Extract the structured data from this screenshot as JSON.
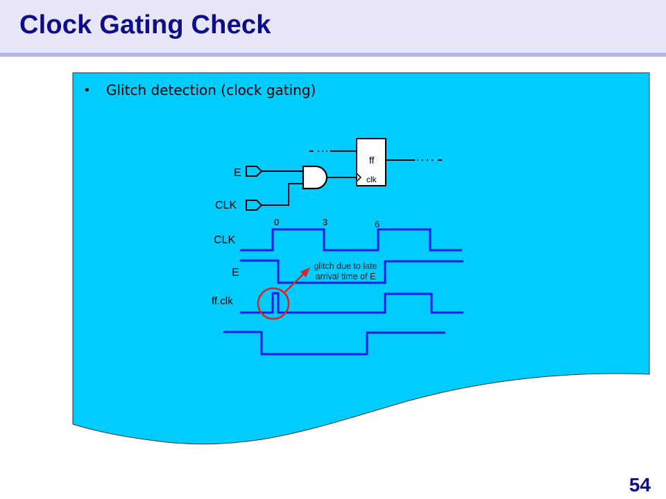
{
  "slide": {
    "title": "Clock Gating Check",
    "page_number": "54"
  },
  "content": {
    "bullets": [
      "Glitch detection (clock gating)"
    ]
  },
  "circuit": {
    "input_E_label": "E",
    "input_CLK_label": "CLK",
    "ff_label": "ff",
    "ff_clk_pin_label": "clk"
  },
  "waveforms": {
    "time_markers": [
      "0",
      "3",
      "6"
    ],
    "signal_labels": [
      "CLK",
      "E",
      "ff.clk"
    ],
    "annotation_lines": [
      "glitch due to late",
      "arrival time of E"
    ]
  },
  "colors": {
    "title_text": "#0d0d8a",
    "title_bg": "#e6e6f7",
    "panel_bg": "#00ccff",
    "waveform": "#1a1aee",
    "highlight": "#dd2222"
  }
}
